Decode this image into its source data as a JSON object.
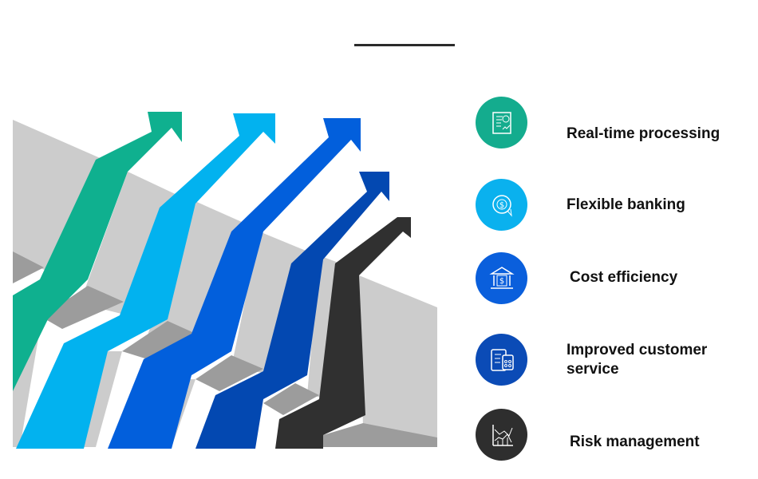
{
  "header": {
    "divider": "title-underline"
  },
  "illustration": {
    "description": "staircase with five upward arrows",
    "arrows": [
      {
        "name": "green-arrow",
        "color": "#0fb08f"
      },
      {
        "name": "light-blue-arrow",
        "color": "#02b2ef"
      },
      {
        "name": "blue-arrow",
        "color": "#025fdc"
      },
      {
        "name": "dark-blue-arrow",
        "color": "#0348b1"
      },
      {
        "name": "black-arrow",
        "color": "#303030"
      }
    ],
    "stair_colors": {
      "face": "#cccccc",
      "tread": "#9c9c9c"
    }
  },
  "features": [
    {
      "label": "Real-time processing",
      "icon": "report-chart-icon",
      "color": "#14ac8e"
    },
    {
      "label": "Flexible banking",
      "icon": "dollar-chat-icon",
      "color": "#0ab1ee"
    },
    {
      "label": "Cost efficiency",
      "icon": "bank-icon",
      "color": "#0a5fdc"
    },
    {
      "label": "Improved customer service",
      "icon": "clipboard-calculator-icon",
      "color": "#0b4bb6"
    },
    {
      "label": "Risk management",
      "icon": "line-chart-icon",
      "color": "#2e2e2e"
    }
  ]
}
